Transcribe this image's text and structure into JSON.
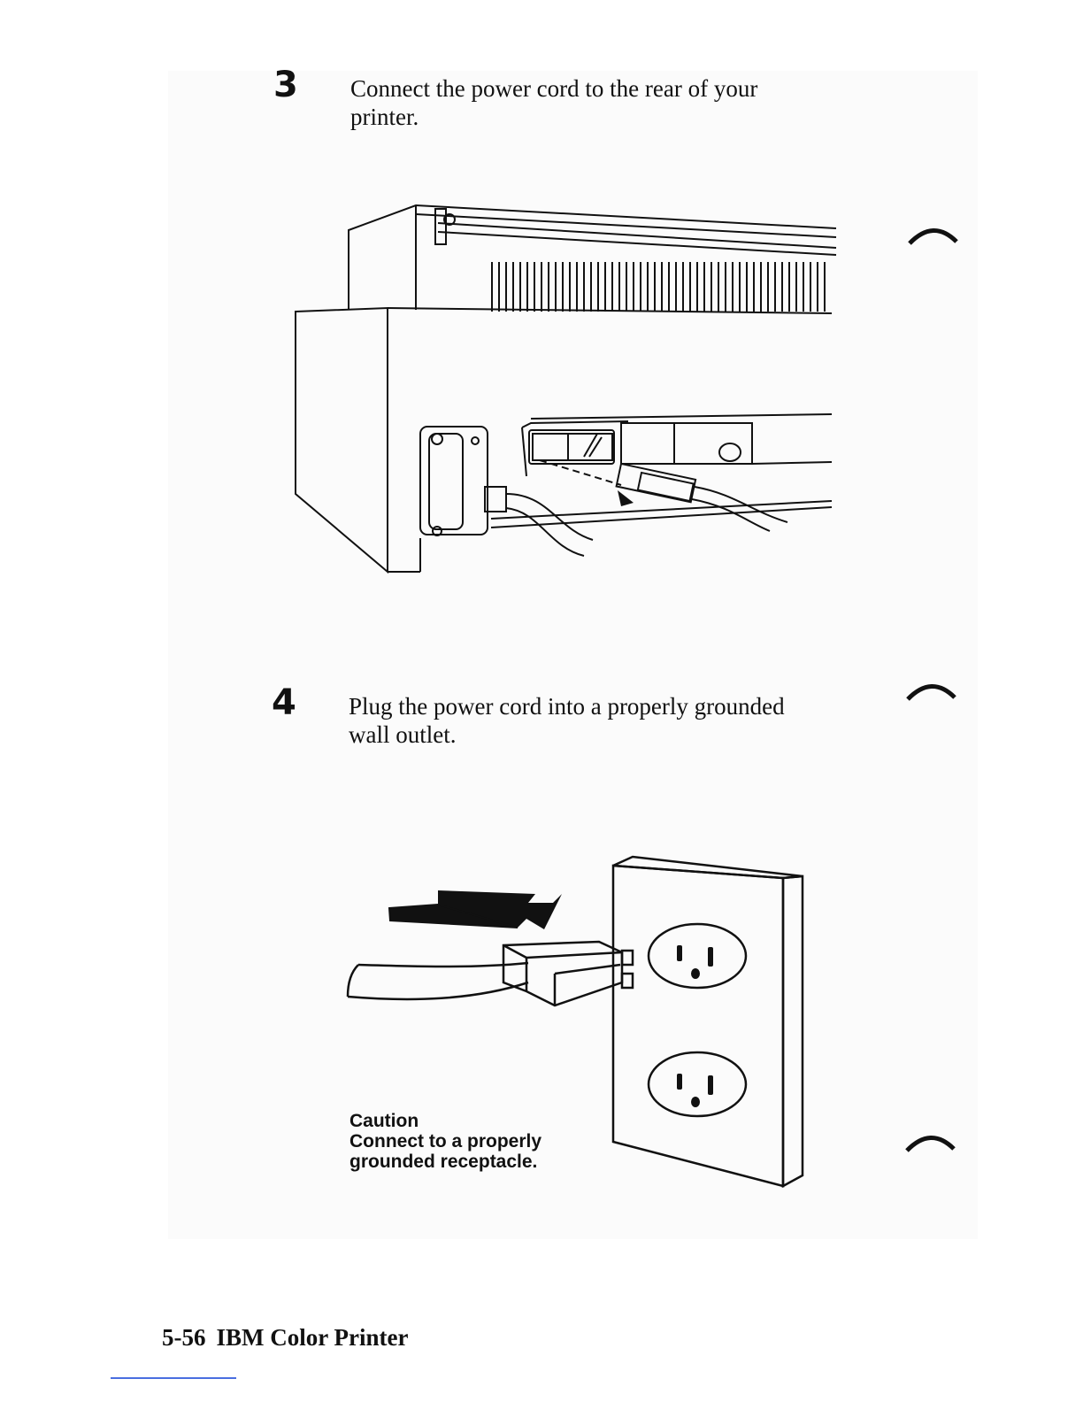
{
  "steps": [
    {
      "number": "3",
      "text": [
        "Connect the power cord to the rear of your",
        "printer."
      ]
    },
    {
      "number": "4",
      "text": [
        "Plug the power cord into a properly grounded",
        "wall outlet."
      ]
    }
  ],
  "caution": {
    "title": "Caution",
    "lines": [
      "Connect to a properly",
      "grounded receptacle."
    ]
  },
  "footer": {
    "page": "5-56",
    "title": "IBM Color Printer"
  },
  "colors": {
    "ink": "#111111",
    "link_underline": "#4a6ee0"
  }
}
